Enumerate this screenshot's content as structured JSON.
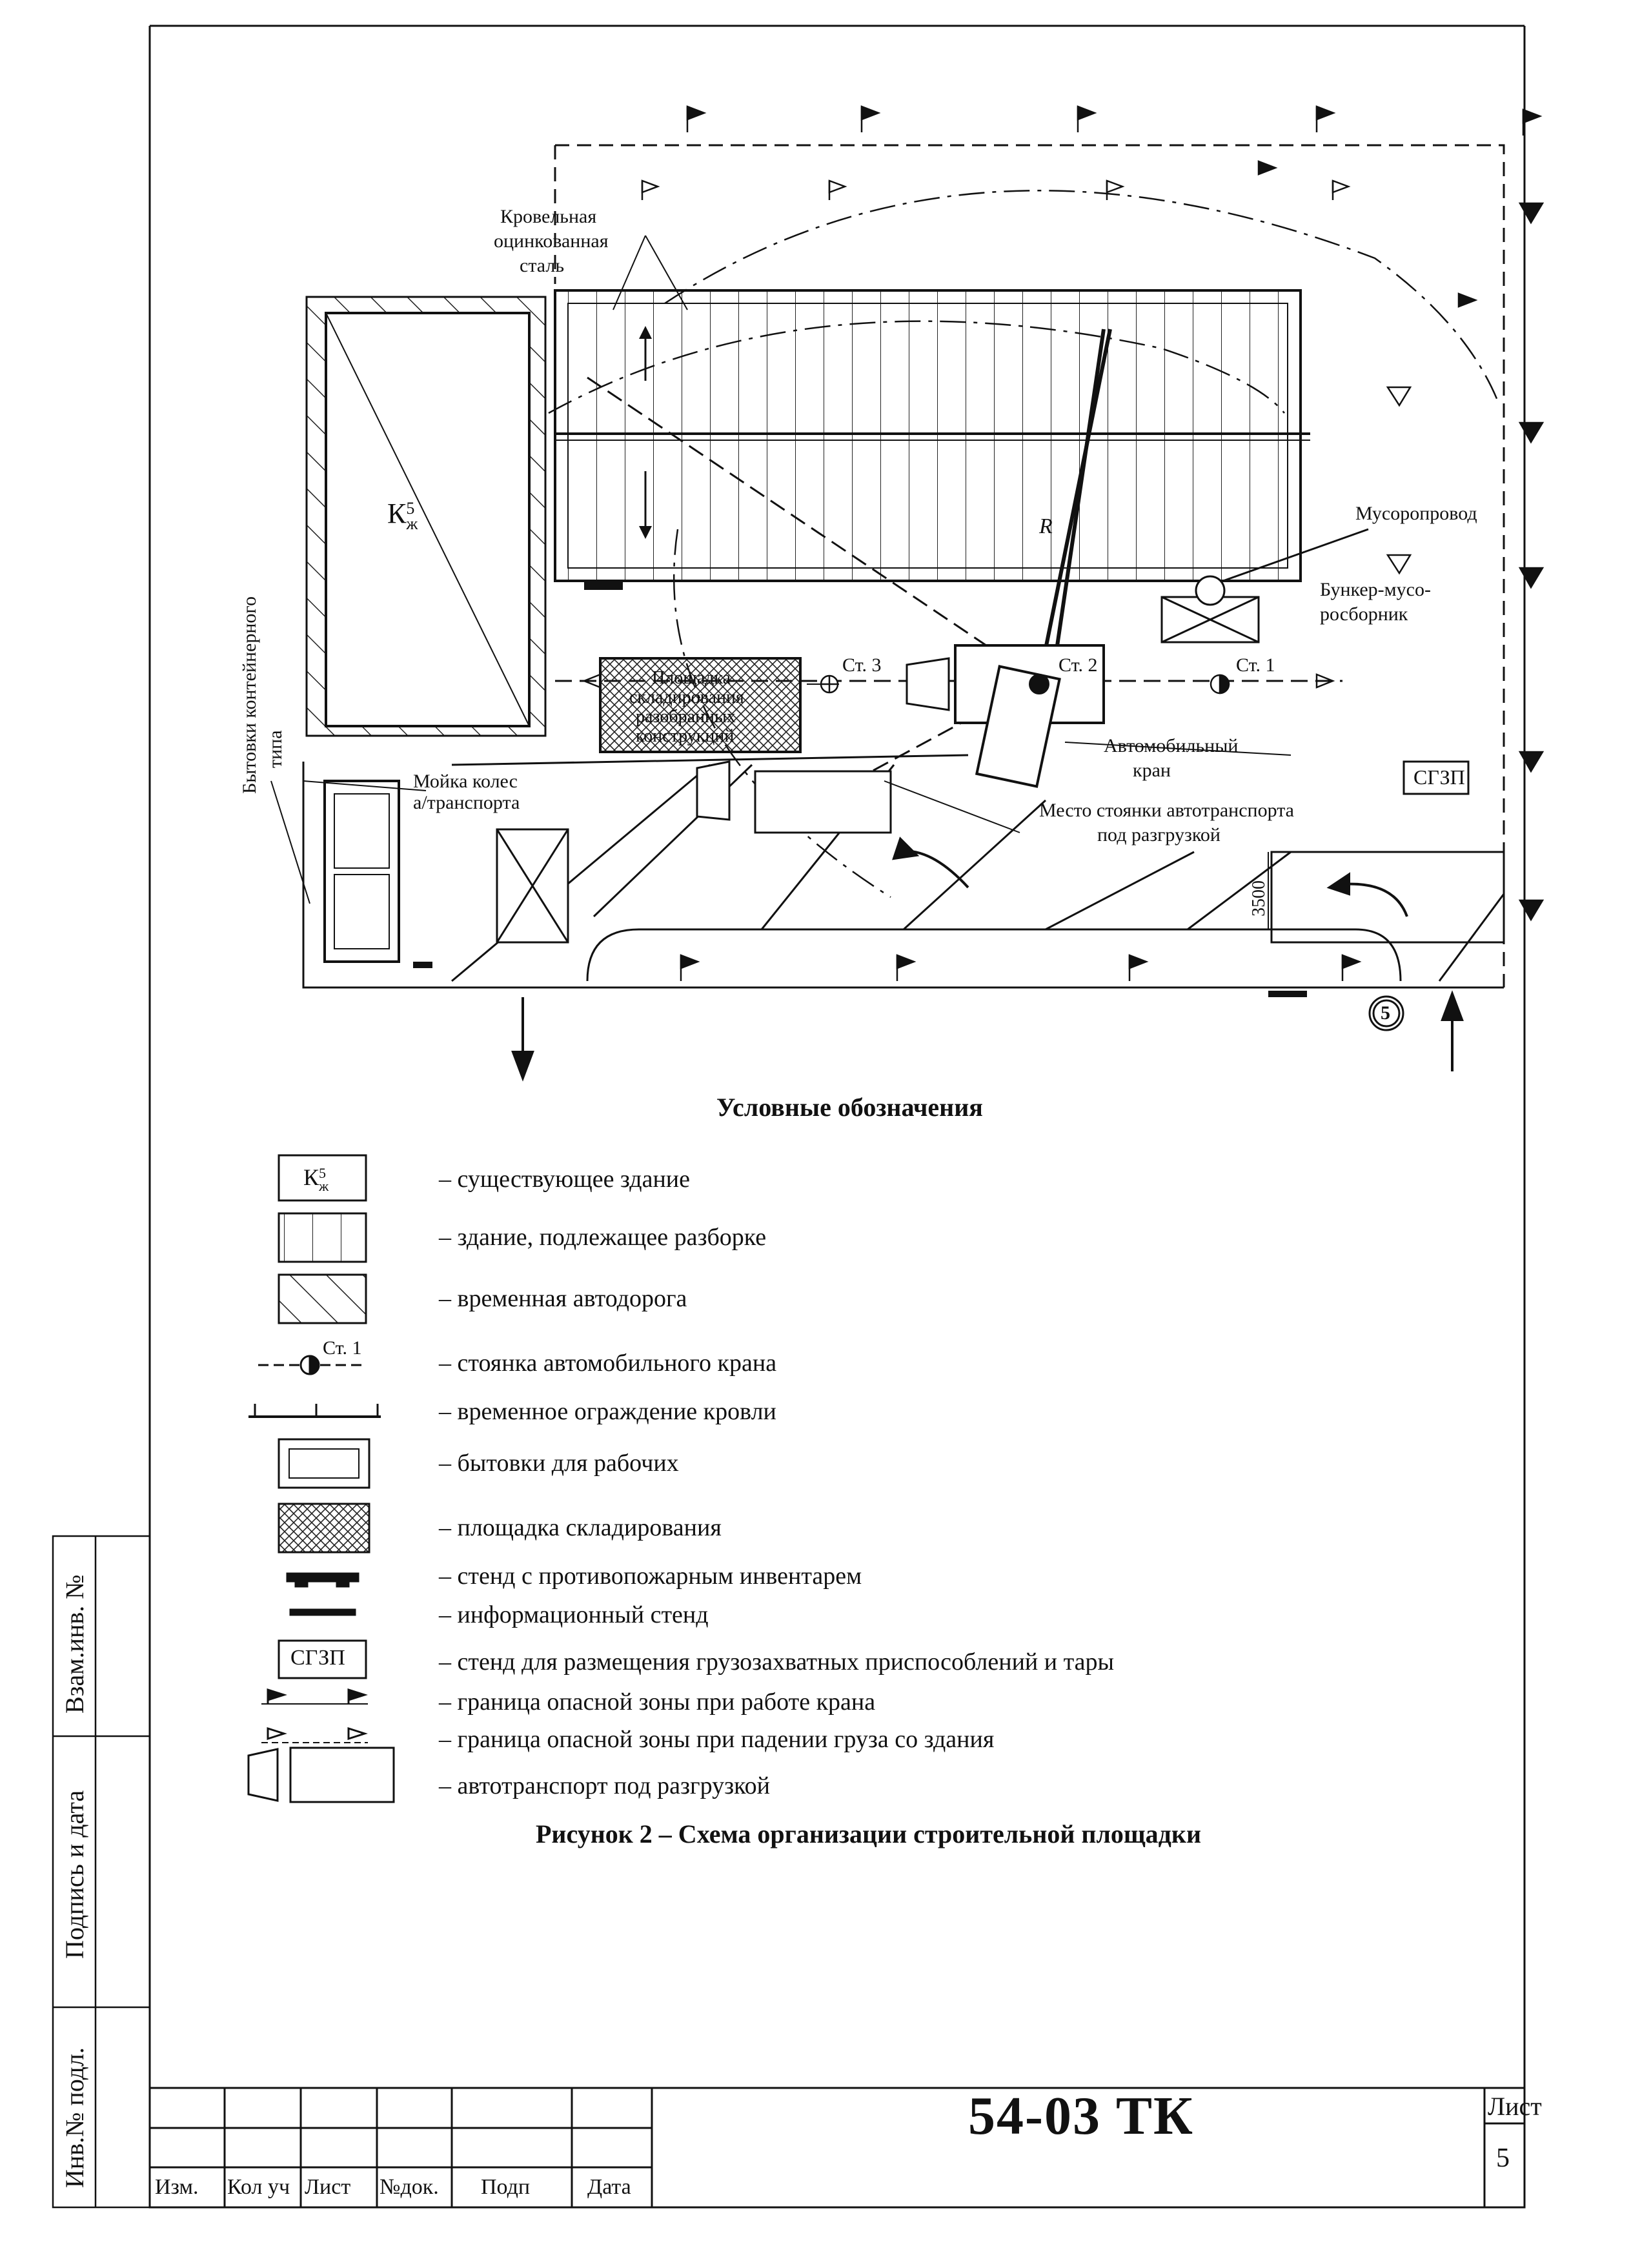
{
  "plan_labels": {
    "roof_steel": [
      "Кровельная",
      "оцинкованная",
      "сталь"
    ],
    "existing_building": "К",
    "existing_building_sup": "5",
    "existing_building_sub": "ж",
    "trash_chute": "Мусоропровод",
    "bunker": [
      "Бункер-мусо-",
      "росборник"
    ],
    "storage_area": [
      "Площадка",
      "складирования",
      "разобранных",
      "конструкций"
    ],
    "station_3": "Ст. 3",
    "station_2": "Ст. 2",
    "station_1": "Ст. 1",
    "mobile_crane": [
      "Автомобильный",
      "кран"
    ],
    "wheel_wash": [
      "Мойка колес",
      "а/транспорта"
    ],
    "vehicle_parking": [
      "Место стоянки автотранспорта",
      "под разгрузкой"
    ],
    "sgzp": "СГЗП",
    "container_cabins": [
      "Бытовки контейнерного",
      "типа"
    ],
    "dimension_3500": "3500",
    "crane_radius": "R",
    "marker_5": "5"
  },
  "legend": {
    "title": "Условные обозначения",
    "items": [
      "– существующее здание",
      "– здание, подлежащее разборке",
      "– временная автодорога",
      "– стоянка автомобильного крана",
      "– временное ограждение кровли",
      "– бытовки для рабочих",
      "– площадка складирования",
      "– стенд с противопожарным инвентарем",
      "– информационный стенд",
      "– стенд для размещения грузозахватных приспособлений и тары",
      "– граница опасной зоны при работе крана",
      "– граница опасной зоны при падении груза со здания",
      "– автотранспорт  под разгрузкой"
    ],
    "sym_existing": "К",
    "sym_existing_sup": "5",
    "sym_existing_sub": "ж",
    "sym_station": "Ст. 1",
    "sym_sgzp": "СГЗП"
  },
  "caption": "Рисунок 2 – Схема организации строительной площадки",
  "title_block": {
    "code": "54-03 ТК",
    "sheet_label": "Лист",
    "sheet_number": "5",
    "columns": [
      "Изм.",
      "Кол уч",
      "Лист",
      "№док.",
      "Подп",
      "Дата"
    ]
  },
  "side_stamp": {
    "inv_podl": "Инв.№ подл.",
    "sign_date": "Подпись и дата",
    "vzam_inv": "Взам.инв. №"
  }
}
